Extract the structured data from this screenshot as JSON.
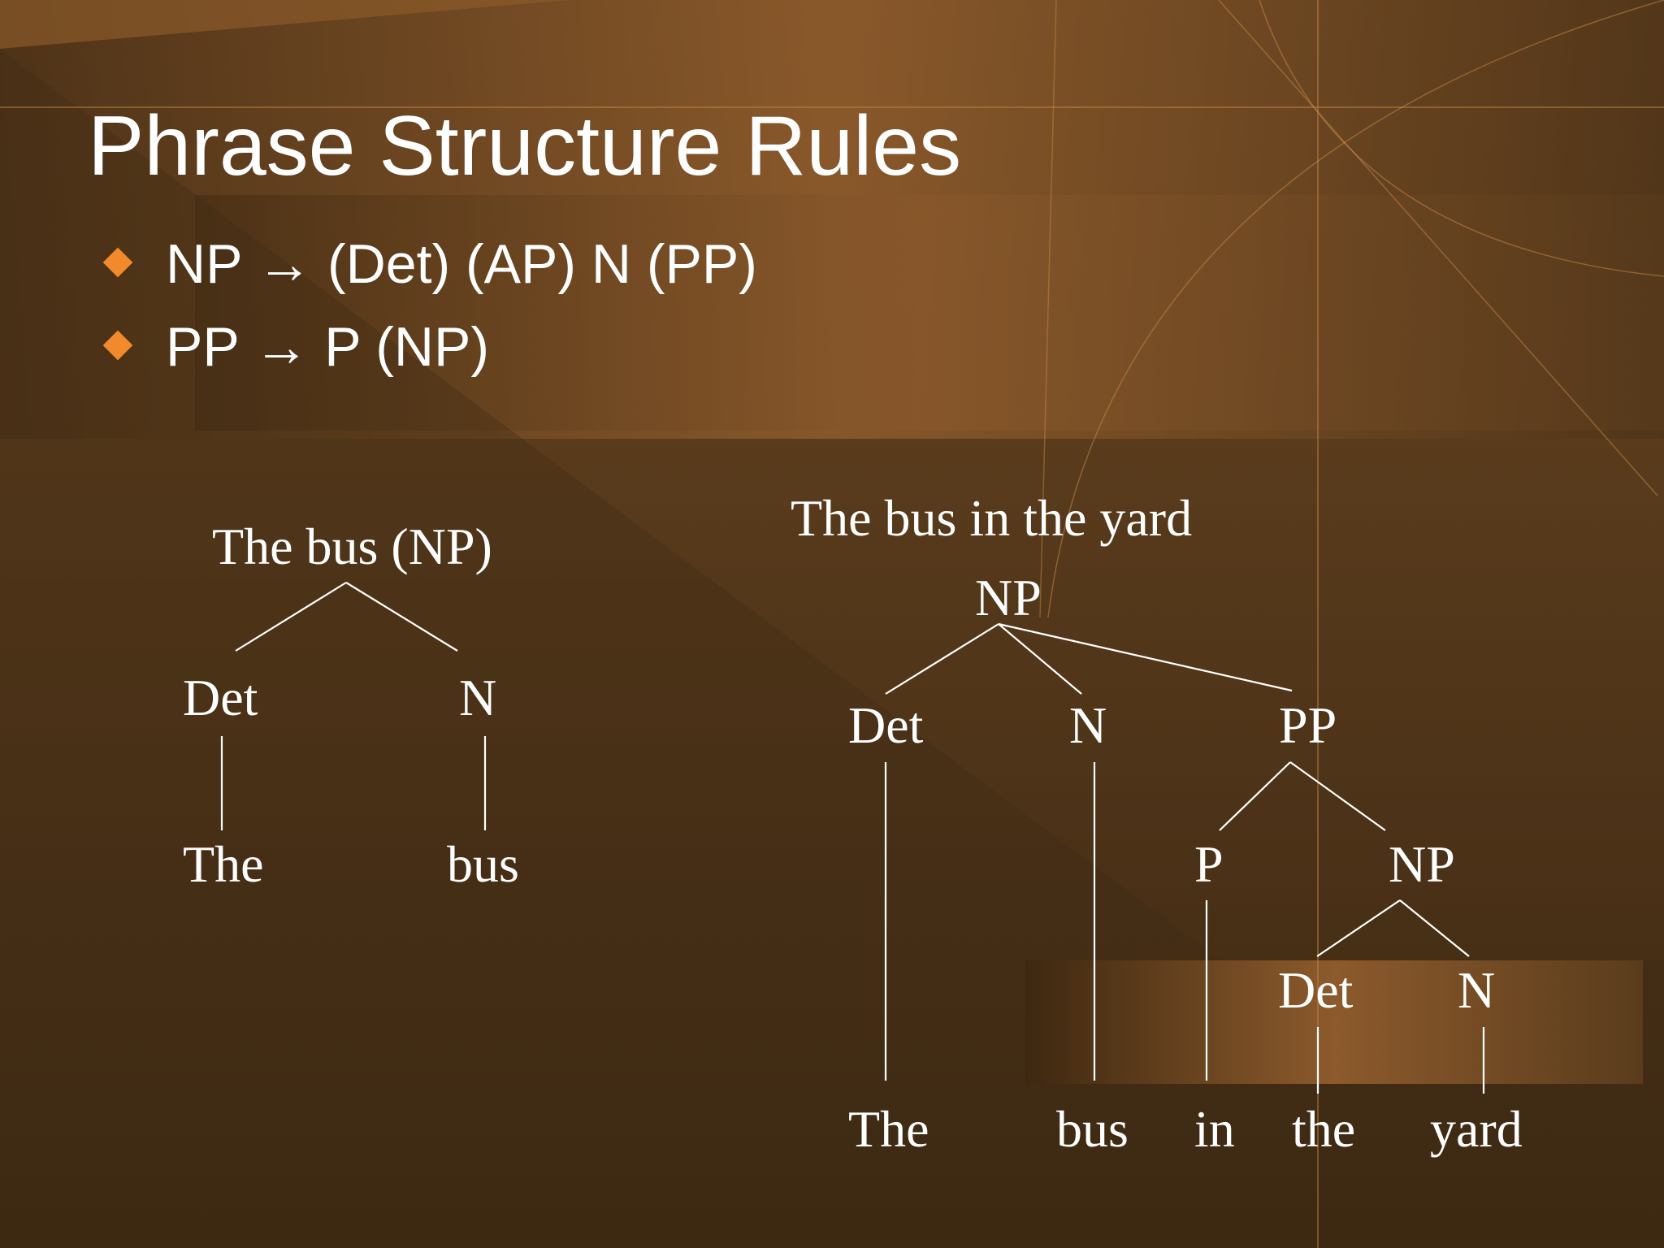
{
  "slide": {
    "title": "Phrase Structure Rules",
    "rules": [
      "NP → (Det) (AP) N (PP)",
      "PP → P (NP)"
    ],
    "colors": {
      "background": "#5e3f20",
      "accent": "#f08a2c",
      "text": "#ffffff"
    }
  },
  "tree_left": {
    "label": "The bus (NP)",
    "nodes": {
      "det": "Det",
      "n": "N",
      "w1": "The",
      "w2": "bus"
    }
  },
  "tree_right": {
    "label": "The bus in the yard",
    "nodes": {
      "root": "NP",
      "det": "Det",
      "n": "N",
      "pp": "PP",
      "p": "P",
      "np2": "NP",
      "det2": "Det",
      "n2": "N",
      "w1": "The",
      "w2": "bus",
      "w3": "in",
      "w4": "the",
      "w5": "yard"
    }
  }
}
